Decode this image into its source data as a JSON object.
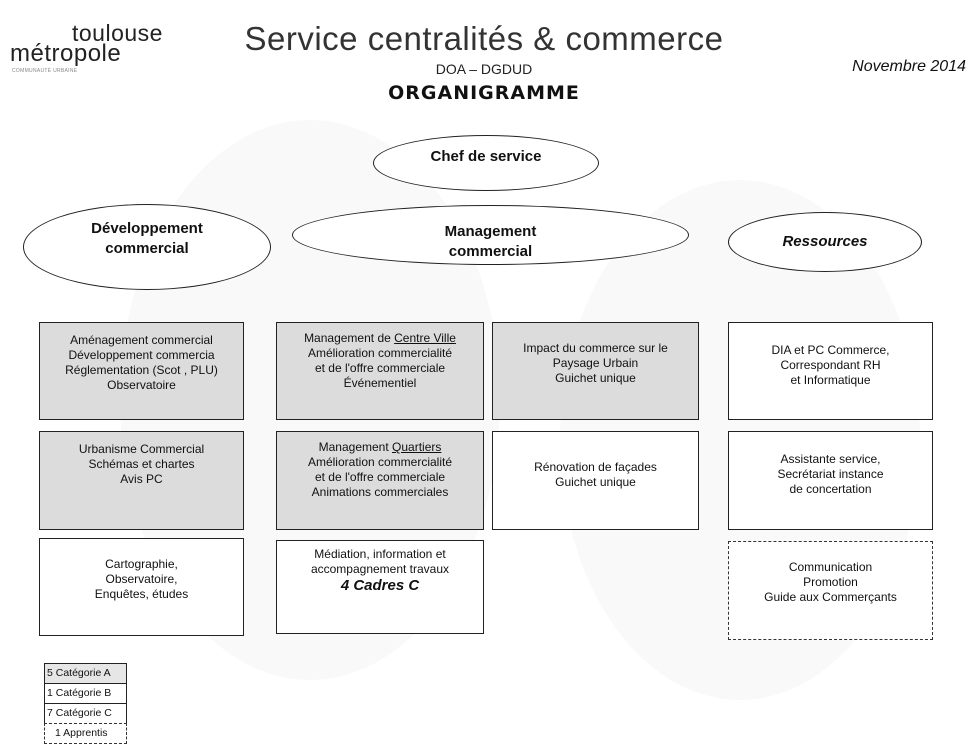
{
  "logo": {
    "line1": "toulouse",
    "line2": "métropole",
    "sub": "COMMUNAUTÉ URBAINE"
  },
  "header": {
    "title": "Service centralités & commerce",
    "subtitle": "DOA – DGDUD",
    "orga": "ORGANIGRAMME",
    "date": "Novembre 2014"
  },
  "chef": "Chef de service",
  "poles": {
    "developpement": "Développement commercial",
    "management": "Management commercial",
    "ressources": "Ressources"
  },
  "boxes": {
    "dev1": [
      "Aménagement commercial",
      "Développement commercia",
      "Réglementation (Scot , PLU)",
      "Observatoire"
    ],
    "dev2": [
      "Urbanisme Commercial",
      "Schémas et chartes",
      "Avis PC"
    ],
    "dev3": [
      "Cartographie,",
      "Observatoire,",
      "Enquêtes, études"
    ],
    "mgmt1": {
      "prefix": "Management de ",
      "underlined": "Centre Ville",
      "lines": [
        "Amélioration commercialité",
        "et de l'offre commerciale",
        "Événementiel"
      ]
    },
    "mgmt2": {
      "prefix": "Management ",
      "underlined": "Quartiers",
      "lines": [
        "Amélioration commercialité",
        "et de l'offre commerciale",
        "Animations commerciales"
      ]
    },
    "mgmt3": {
      "lines": [
        "Médiation, information et",
        "accompagnement travaux"
      ],
      "cadres": "4 Cadres C"
    },
    "impact": [
      "Impact du commerce sur le",
      "Paysage Urbain",
      "Guichet unique"
    ],
    "renov": [
      "Rénovation de façades",
      "Guichet unique"
    ],
    "res1": [
      "DIA et PC Commerce,",
      "Correspondant RH",
      "et Informatique"
    ],
    "res2": [
      "Assistante service,",
      "Secrétariat instance",
      "de concertation"
    ],
    "res3": [
      "Communication",
      "Promotion",
      "Guide aux Commerçants"
    ]
  },
  "legend": [
    "5 Catégorie A",
    "1 Catégorie B",
    "7 Catégorie C",
    "1 Apprentis"
  ],
  "colors": {
    "gray_box": "#dcdcdc",
    "border": "#222222"
  }
}
